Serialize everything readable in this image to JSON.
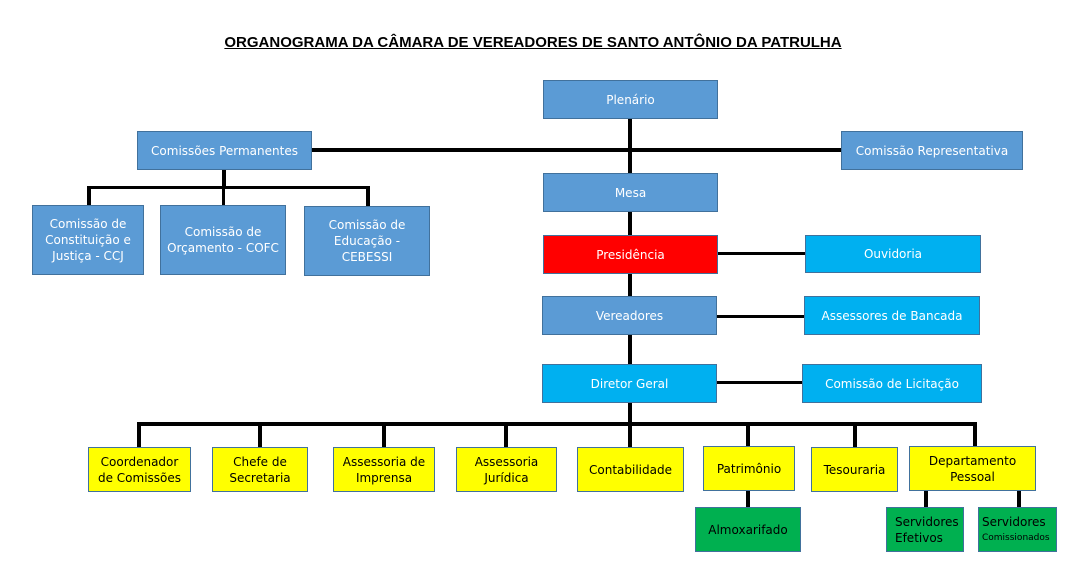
{
  "title": "ORGANOGRAMA DA CÂMARA DE VEREADORES DE SANTO ANTÔNIO DA PATRULHA",
  "colors": {
    "blue": "#5B9BD5",
    "cyan": "#00B0F0",
    "red": "#FF0000",
    "yellow": "#FFFF00",
    "green": "#00B050"
  },
  "nodes": {
    "plenario": "Plenário",
    "comissoes_permanentes": "Comissões Permanentes",
    "comissao_representativa": "Comissão Representativa",
    "ccj": "Comissão de Constituição e Justiça - CCJ",
    "cofc": "Comissão de Orçamento - COFC",
    "cebessi": "Comissão de Educação - CEBESSI",
    "mesa": "Mesa",
    "presidencia": "Presidência",
    "ouvidoria": "Ouvidoria",
    "vereadores": "Vereadores",
    "assessores_bancada": "Assessores de Bancada",
    "diretor_geral": "Diretor Geral",
    "comissao_licitacao": "Comissão de Licitação",
    "coordenador": "Coordenador de Comissões",
    "chefe_secretaria": "Chefe de Secretaria",
    "assessoria_imprensa": "Assessoria de Imprensa",
    "assessoria_juridica": "Assessoria Jurídica",
    "contabilidade": "Contabilidade",
    "patrimonio": "Patrimônio",
    "tesouraria": "Tesouraria",
    "departamento_pessoal": "Departamento Pessoal",
    "almoxarifado": "Almoxarifado",
    "servidores_efetivos_1": "Servidores",
    "servidores_efetivos_2": "Efetivos",
    "servidores_comissionados_1": "Servidores",
    "servidores_comissionados_2": "Comissionados"
  }
}
